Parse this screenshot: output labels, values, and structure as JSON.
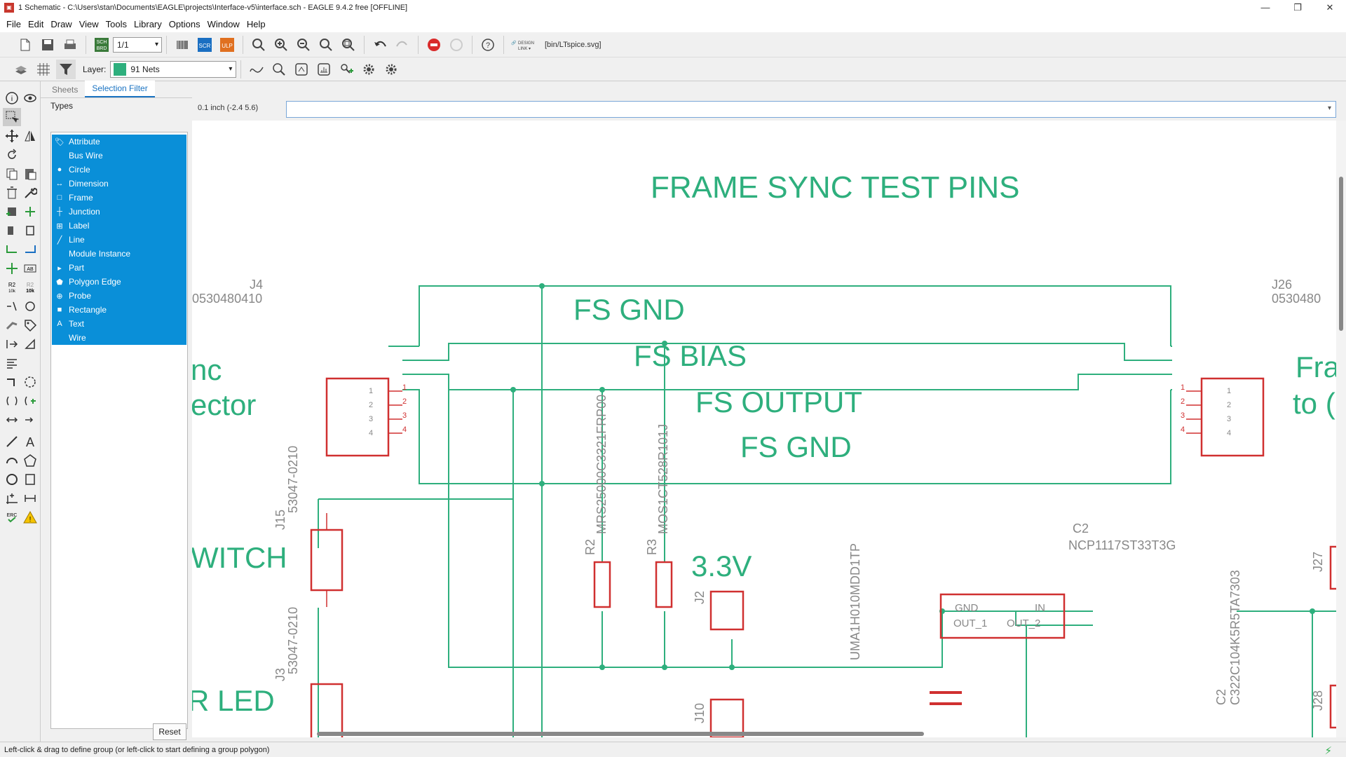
{
  "window": {
    "title": "1 Schematic - C:\\Users\\stan\\Documents\\EAGLE\\projects\\Interface-v5\\interface.sch - EAGLE 9.4.2 free [OFFLINE]",
    "app_icon": "eagle-app-icon",
    "min": "—",
    "max": "❐",
    "close": "✕"
  },
  "menu": [
    "File",
    "Edit",
    "Draw",
    "View",
    "Tools",
    "Library",
    "Options",
    "Window",
    "Help"
  ],
  "toolbar": {
    "sheet_value": "1/1",
    "sch_label": "SCH\nBRD",
    "scr_label": "SCR",
    "ulp_label": "ULP",
    "design_link": "DESIGN LINK",
    "script_path": "[bin/LTspice.svg]",
    "layer_label": "Layer:",
    "layer_value": "91 Nets",
    "layer_color": "#2eaf7d"
  },
  "side_panel": {
    "tabs": [
      "Sheets",
      "Selection Filter"
    ],
    "active_tab": "Selection Filter",
    "types_title": "Types",
    "types": [
      "Attribute",
      "Bus Wire",
      "Circle",
      "Dimension",
      "Frame",
      "Junction",
      "Label",
      "Line",
      "Module Instance",
      "Part",
      "Polygon Edge",
      "Probe",
      "Rectangle",
      "Text",
      "Wire"
    ],
    "reset_label": "Reset",
    "selection_color": "#0a8fd8"
  },
  "command": {
    "coordinate": "0.1 inch (-2.4 5.6)",
    "input_value": ""
  },
  "schematic": {
    "net_color": "#2eaf7d",
    "part_color": "#d03030",
    "name_color": "#888888",
    "texts": {
      "title": "FRAME SYNC TEST PINS",
      "fs_gnd_top": "FS GND",
      "fs_bias": "FS BIAS",
      "fs_output": "FS OUTPUT",
      "fs_gnd_bottom": "FS GND",
      "left_nc": "nc",
      "left_ector": "ector",
      "left_witch": "WITCH",
      "left_led": "R LED",
      "v33": "3.3V",
      "right_fra": "Fra",
      "right_to": "to (",
      "c2_name": "C2",
      "c2_value": "NCP1117ST33T3G"
    },
    "parts": {
      "j4_name": "J4",
      "j4_value": "0530480410",
      "j26_name": "J26",
      "j26_value": "0530480",
      "j15_name": "J15",
      "j15_value": "53047-0210",
      "j3_name": "J3",
      "j3_value": "53047-0210",
      "r2_name": "R2",
      "r2_value": "MRS25000C3321FRP00",
      "r3_name": "R3",
      "r3_value": "MOS1CT528R101J",
      "j2_name": "J2",
      "j10_name": "J10",
      "uma_value": "UMA1H010MDD1TP",
      "c2b_name": "C2",
      "c2b_value": "C322C104K5R5TA7303",
      "j27_name": "J27",
      "j28_name": "J28"
    },
    "reg_pins": {
      "gnd": "GND",
      "in": "IN",
      "out1": "OUT_1",
      "out2": "OUT_2"
    }
  },
  "status": {
    "message": "Left-click & drag to define group (or left-click to start defining a group polygon)",
    "icon": "lightning-icon"
  }
}
